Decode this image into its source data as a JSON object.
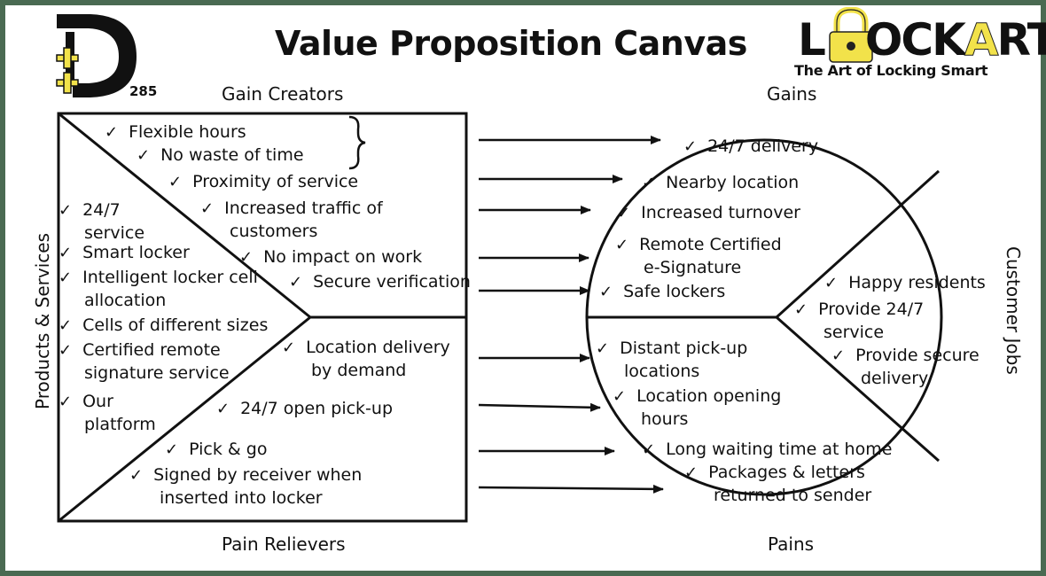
{
  "title": "Value Proposition Canvas",
  "logos": {
    "left_mark": "D",
    "left_sub": "285",
    "right_word_left": "L",
    "right_word_mid": "OCK",
    "right_word_a": "A",
    "right_word_right": "RT",
    "right_tagline": "The Art of Locking Smart"
  },
  "colors": {
    "frame": "#4a6a52",
    "logo_yellow": "#f2e24a",
    "ink": "#111111"
  },
  "labels": {
    "gain_creators": "Gain Creators",
    "pain_relievers": "Pain Relievers",
    "products_services": "Products & Services",
    "gains": "Gains",
    "pains": "Pains",
    "customer_jobs": "Customer Jobs"
  },
  "check": "✓",
  "gain_creators": [
    "Flexible hours",
    "No waste of time",
    "Proximity of service",
    "Increased traffic of",
    "customers",
    "No impact on work",
    "Secure verification"
  ],
  "products_services": [
    "24/7",
    "service",
    "Smart locker",
    "Intelligent locker cell",
    "allocation",
    "Cells of different sizes",
    "Certified remote",
    "signature service",
    "Our",
    "platform"
  ],
  "pain_relievers": [
    "Location delivery",
    "by demand",
    "24/7 open pick-up",
    "Pick & go",
    "Signed by receiver when",
    "inserted into locker"
  ],
  "gains": [
    "24/7 delivery",
    "Nearby location",
    "Increased turnover",
    "Remote Certified",
    "e-Signature",
    "Safe lockers"
  ],
  "customer_jobs": [
    "Happy residents",
    "Provide 24/7",
    "service",
    "Provide secure",
    "delivery"
  ],
  "pains": [
    "Distant pick-up",
    "locations",
    "Location opening",
    "hours",
    "Long waiting time at home",
    "Packages & letters",
    "returned to sender"
  ]
}
